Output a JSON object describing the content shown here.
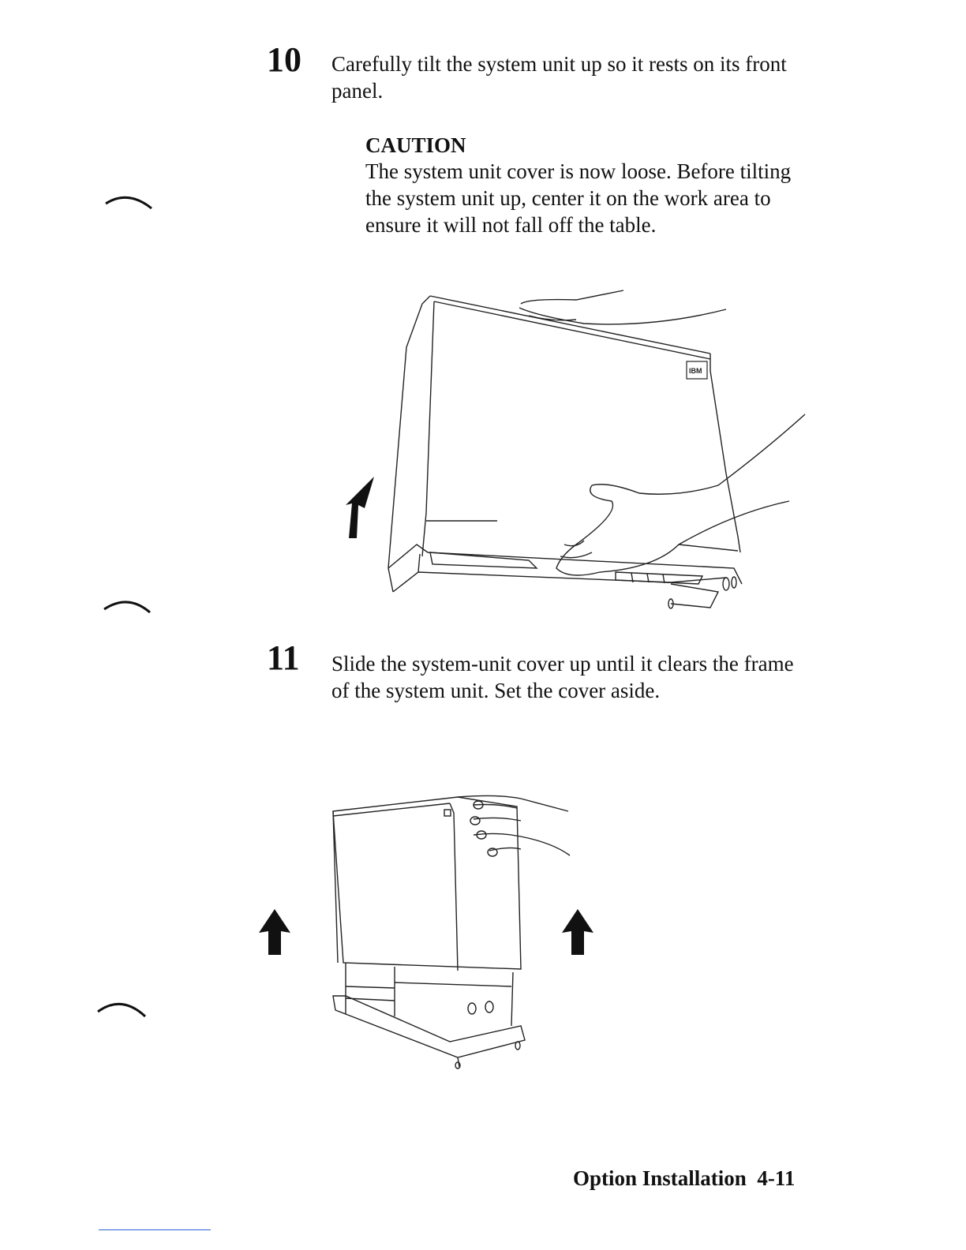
{
  "steps": [
    {
      "number": "10",
      "text": "Carefully tilt the system unit up so it rests on its front panel."
    },
    {
      "number": "11",
      "text": "Slide the system-unit cover up until it clears the frame of the system unit.  Set the cover aside."
    }
  ],
  "caution": {
    "title": "CAUTION",
    "text": "The system unit cover is now loose.  Before tilting the system unit up, center it on the work area to ensure it will not fall off the table."
  },
  "figure1": {
    "logo": "IBM"
  },
  "footer": {
    "section": "Option Installation",
    "page": "4-11"
  },
  "icons": [
    "binder-ring-mark",
    "binder-ring-mark",
    "binder-ring-mark",
    "tilt-arrow-icon",
    "up-arrow-icon",
    "up-arrow-icon"
  ]
}
